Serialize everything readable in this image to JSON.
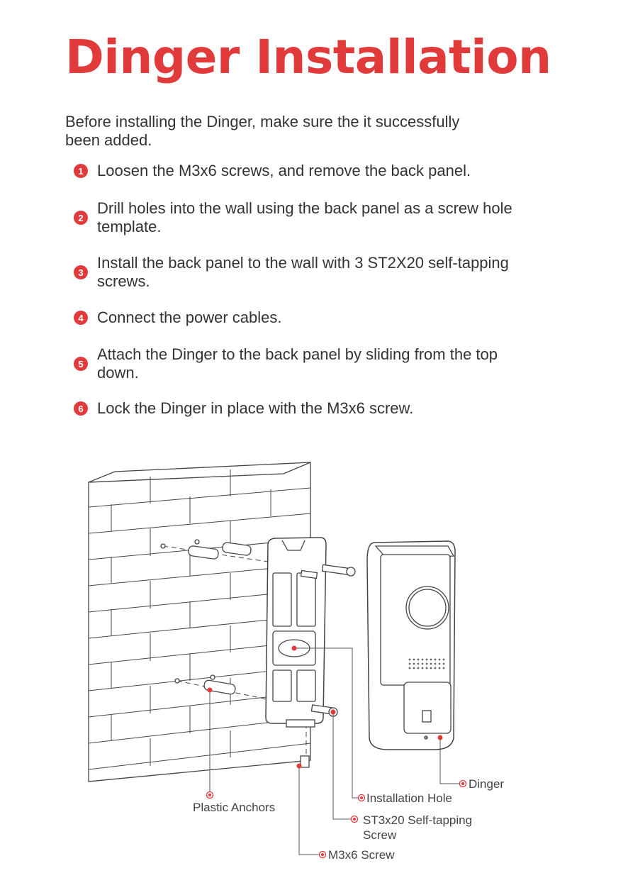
{
  "title": "Dinger Installation",
  "intro": "Before installing the Dinger, make sure the it successfully been added.",
  "steps": [
    {
      "num": "1",
      "text": "Loosen the M3x6 screws, and remove the back panel."
    },
    {
      "num": "2",
      "text": "Drill holes into the wall using the back panel as a screw hole template."
    },
    {
      "num": "3",
      "text": "Install the back panel to the wall with 3 ST2X20 self-tapping screws."
    },
    {
      "num": "4",
      "text": "Connect the power cables."
    },
    {
      "num": "5",
      "text": "Attach the Dinger to the back panel by sliding from the top down."
    },
    {
      "num": "6",
      "text": "Lock the Dinger in place with the M3x6 screw."
    }
  ],
  "labels": {
    "plastic_anchors": "Plastic Anchors",
    "installation_hole": "Installation Hole",
    "self_tapping_line1": "ST3x20 Self-tapping",
    "self_tapping_line2": "Screw",
    "m3x6": "M3x6 Screw",
    "dinger": "Dinger"
  },
  "colors": {
    "accent": "#e03a3a",
    "text": "#333333",
    "line": "#444444"
  }
}
